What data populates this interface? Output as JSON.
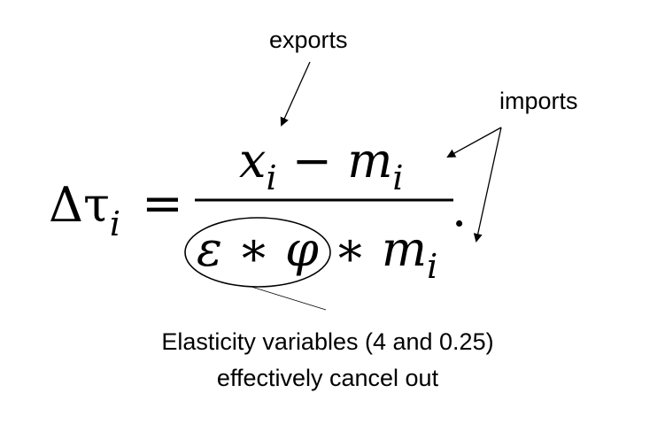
{
  "labels": {
    "exports": "exports",
    "imports": "imports"
  },
  "equation": {
    "lhs": "Δτ",
    "lhs_sub": "i",
    "equals": "=",
    "numerator_x": "x",
    "numerator_x_sub": "i",
    "numerator_minus": " − ",
    "numerator_m": "m",
    "numerator_m_sub": "i",
    "denominator_eps": "ε",
    "denominator_star1": " ∗ ",
    "denominator_phi": "φ",
    "denominator_star2": " ∗ ",
    "denominator_m": "m",
    "denominator_m_sub": "i",
    "period": "."
  },
  "caption": {
    "line1": "Elasticity variables (4 and 0.25)",
    "line2": "effectively cancel out"
  }
}
